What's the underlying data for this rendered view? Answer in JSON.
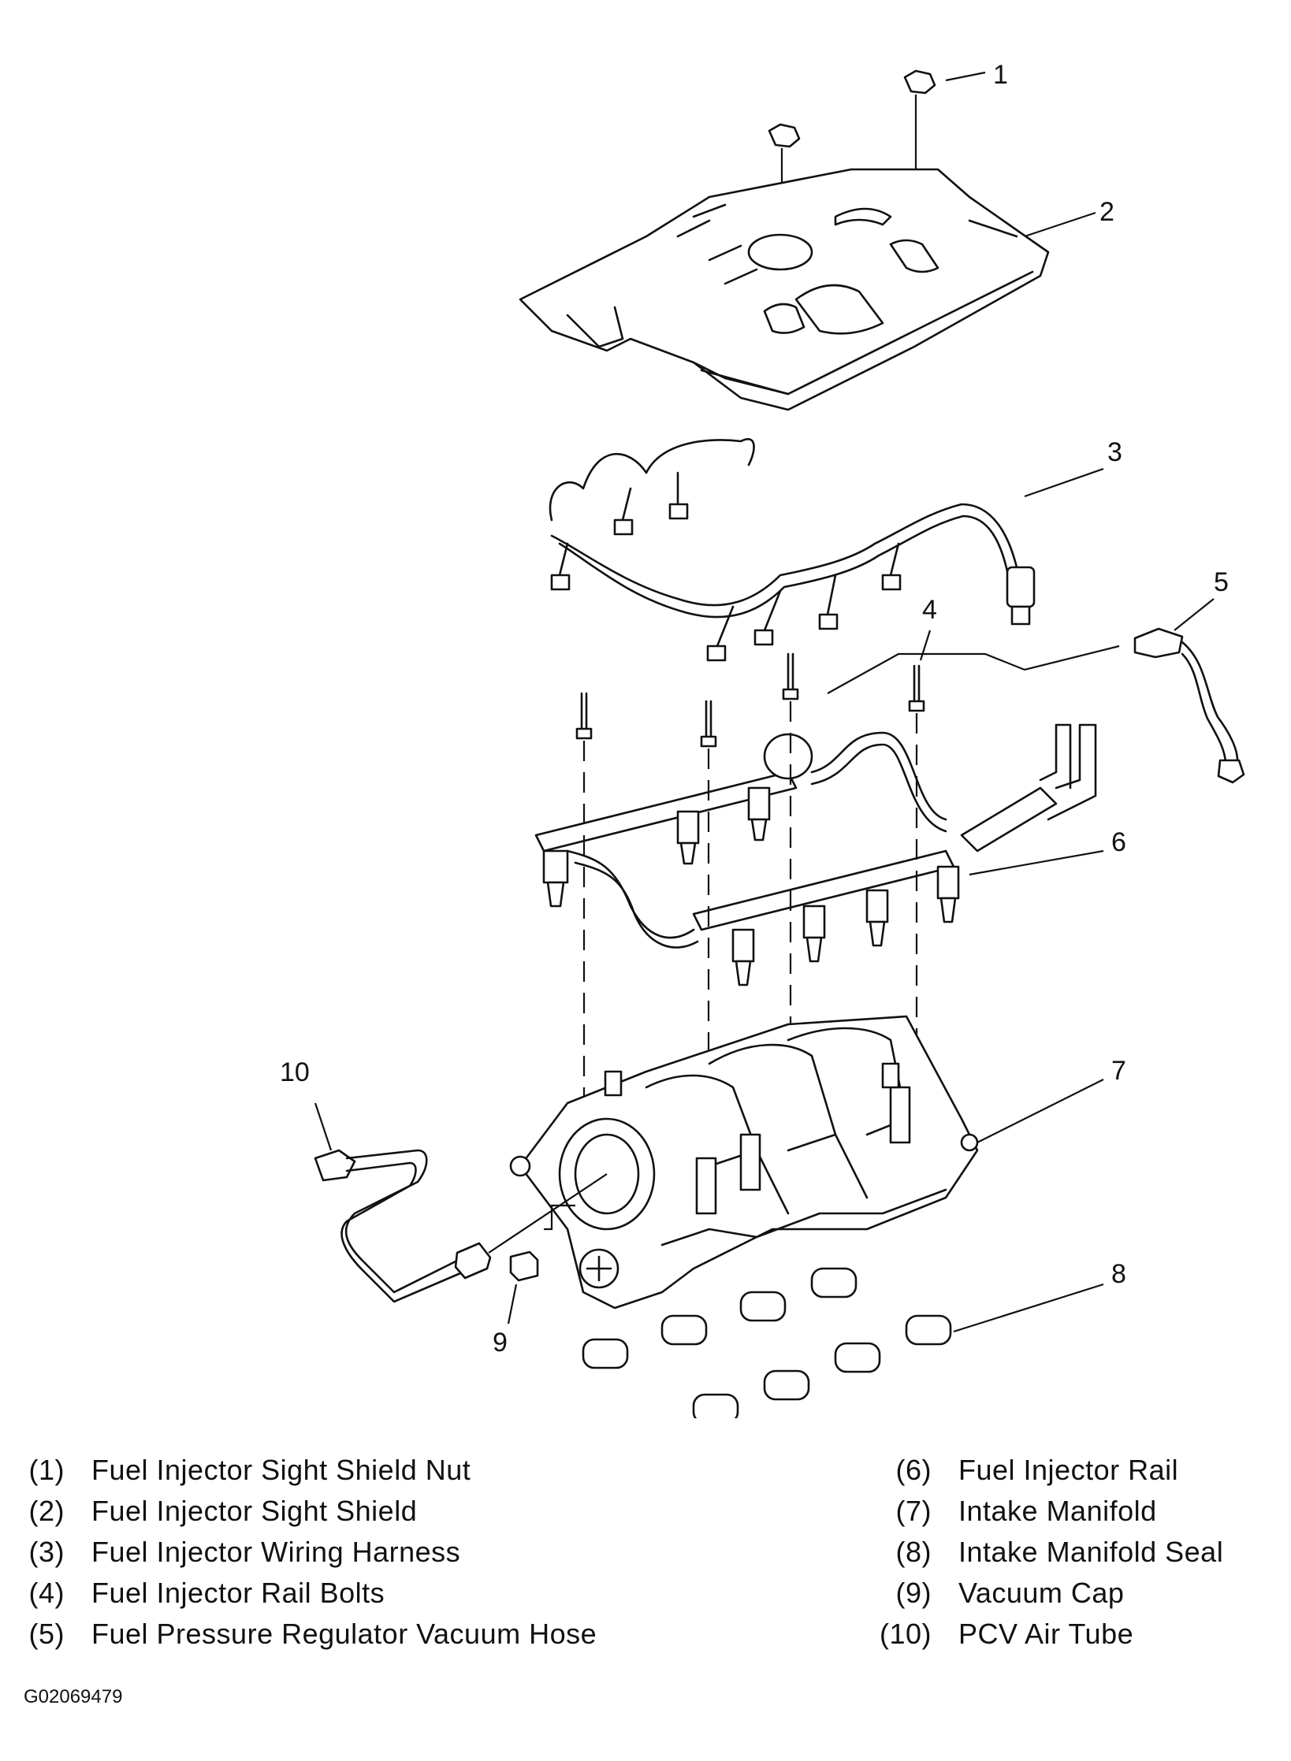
{
  "callouts": [
    "1",
    "2",
    "3",
    "4",
    "5",
    "6",
    "7",
    "8",
    "9",
    "10"
  ],
  "legend": {
    "left": [
      {
        "num": "(1)",
        "label": "Fuel Injector Sight Shield Nut"
      },
      {
        "num": "(2)",
        "label": "Fuel Injector Sight Shield"
      },
      {
        "num": "(3)",
        "label": "Fuel Injector Wiring Harness"
      },
      {
        "num": "(4)",
        "label": "Fuel Injector Rail Bolts"
      },
      {
        "num": "(5)",
        "label": "Fuel Pressure Regulator Vacuum Hose"
      }
    ],
    "right": [
      {
        "num": "(6)",
        "label": "Fuel Injector Rail"
      },
      {
        "num": "(7)",
        "label": "Intake Manifold"
      },
      {
        "num": "(8)",
        "label": "Intake Manifold Seal"
      },
      {
        "num": "(9)",
        "label": "Vacuum Cap"
      },
      {
        "num": "(10)",
        "label": "PCV Air Tube"
      }
    ]
  },
  "figure_id": "G02069479"
}
